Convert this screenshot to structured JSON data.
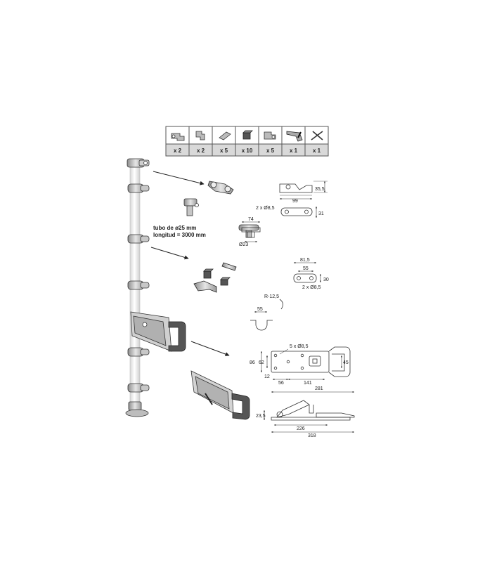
{
  "parts_table": {
    "counts": [
      "x 2",
      "x 2",
      "x 5",
      "x 10",
      "x 5",
      "x 1",
      "x 1"
    ],
    "icons": [
      "hinge-bracket-icon",
      "swivel-clip-icon",
      "slider-plate-icon",
      "cube-block-icon",
      "tube-clamp-icon",
      "latch-lever-icon",
      "cross-key-icon"
    ]
  },
  "tube_note": {
    "line1": "tubo de ø25 mm",
    "line2": "longitud = 3000 mm"
  },
  "dimensions": {
    "hinge_height": "35,5",
    "hinge_length": "99",
    "hinge_holes": "2 x Ø8,5",
    "hinge_depth": "31",
    "knob_width": "74",
    "knob_diameter": "Ø23",
    "plate_outer": "81,5",
    "plate_inner": "55",
    "plate_height": "30",
    "plate_holes": "2 x Ø8,5",
    "clip_radius": "R-12,5",
    "clip_width": "55",
    "latch_holes": "5 x Ø8,5",
    "latch_h_outer": "86",
    "latch_h_inner": "62",
    "latch_gap": "12",
    "latch_a": "56",
    "latch_b": "141",
    "latch_handle": "45",
    "side_total_top": "281",
    "side_height": "23,5",
    "side_inner": "226",
    "side_total": "318"
  },
  "colors": {
    "line": "#333333",
    "metal": "#b8b8b8",
    "dark": "#444444",
    "table_bg": "#dcdcdc"
  }
}
